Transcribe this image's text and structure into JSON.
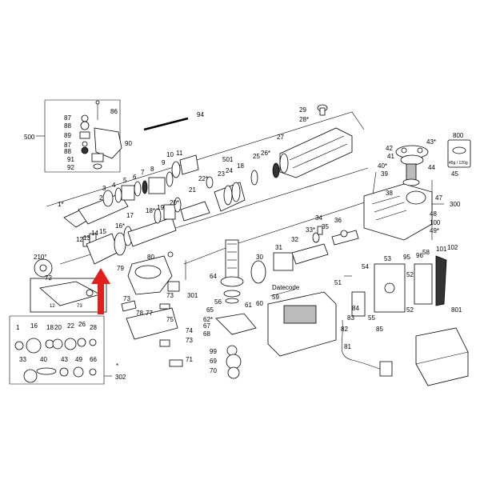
{
  "labels": {
    "l500": "500",
    "l86": "86",
    "l87a": "87",
    "l88a": "88",
    "l89": "89",
    "l87b": "87",
    "l88b": "88",
    "l90": "90",
    "l91": "91",
    "l92": "92",
    "l94": "94",
    "l1s": "1*",
    "l2": "2",
    "l3": "3",
    "l4": "4",
    "l5": "5",
    "l6": "6",
    "l7": "7",
    "l8": "8",
    "l9": "9",
    "l10": "10",
    "l11": "11",
    "l12": "12",
    "l13": "13",
    "l14": "14",
    "l15": "15",
    "l16s": "16*",
    "l17": "17",
    "l18s": "18*",
    "l19": "19",
    "l20s": "20*",
    "l21": "21",
    "l22s": "22*",
    "l501": "501",
    "l23": "23",
    "l24": "24",
    "l18b": "18",
    "l25": "25",
    "l26s": "26*",
    "l27": "27",
    "l29": "29",
    "l28s": "28*",
    "l800": "800",
    "l800sub": "45g / 120g",
    "l43s": "43*",
    "l42": "42",
    "l41": "41",
    "l40s": "40*",
    "l39": "39",
    "l44": "44",
    "l45": "45",
    "l38": "38",
    "l47": "47",
    "l300": "300",
    "l48": "48",
    "l100": "100",
    "l49s": "49*",
    "l34": "34",
    "l33s": "33*",
    "l35": "35",
    "l36": "36",
    "l32": "32",
    "l31": "31",
    "l30": "30",
    "l210": "210°",
    "l72": "72",
    "l73a": "73",
    "l79": "79",
    "l80": "80",
    "l12b": "12",
    "l73b": "73",
    "l301": "301",
    "l64": "64",
    "l65": "65",
    "l62s": "62*",
    "l67": "67",
    "l68": "68",
    "l73c": "73",
    "l78": "78",
    "l77": "77",
    "l75": "75",
    "l74": "74",
    "l73d": "73",
    "l71": "71",
    "l99": "99",
    "l69": "69",
    "l70": "70",
    "l56": "56",
    "l61": "61",
    "datecode": "Datecode",
    "l59": "59",
    "l60": "60",
    "l51": "51",
    "l54": "54",
    "l53": "53",
    "l95": "95",
    "l96": "96",
    "l101": "101",
    "l102": "102",
    "l58": "58",
    "l52a": "52",
    "l52b": "52",
    "l55": "55",
    "l85": "85",
    "l82": "82",
    "l83": "83",
    "l84": "84",
    "l81": "81",
    "l801": "801",
    "k1": "1",
    "k16": "16",
    "k18": "18",
    "k20": "20",
    "k22": "22",
    "k26": "26",
    "k28": "28",
    "k33": "33",
    "k40": "40",
    "k43": "43",
    "k49": "49",
    "k66": "66",
    "k302": "302",
    "kstar": "*"
  },
  "colors": {
    "arrow": "#e0201c",
    "ink": "#000000"
  }
}
